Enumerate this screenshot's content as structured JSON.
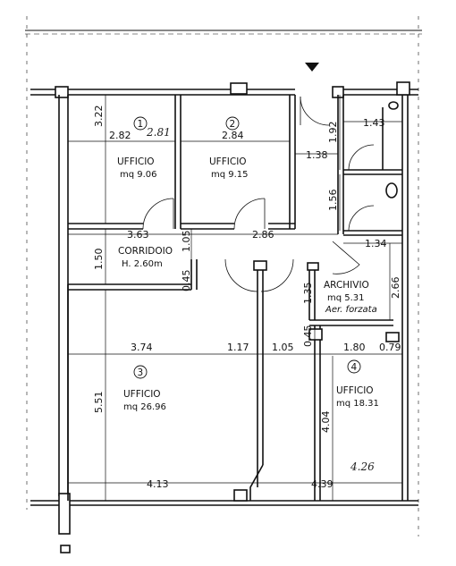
{
  "rooms": {
    "r1": {
      "number": "1",
      "name": "UFFICIO",
      "area": "mq  9.06"
    },
    "r2": {
      "number": "2",
      "name": "UFFICIO",
      "area": "mq  9.15"
    },
    "r3": {
      "number": "3",
      "name": "UFFICIO",
      "area": "mq  26.96"
    },
    "r4": {
      "number": "4",
      "name": "UFFICIO",
      "area": "mq  18.31"
    },
    "corridor": {
      "name": "CORRIDOIO",
      "height": "H. 2.60m"
    },
    "archive": {
      "name": "ARCHIVIO",
      "area": "mq  5.31",
      "note": "Aer. forzata"
    }
  },
  "dimensions": {
    "d_322": "3.22",
    "d_282": "2.82",
    "d_284": "2.84",
    "d_138": "1.38",
    "d_192": "1.92",
    "d_143": "1.43",
    "d_156": "1.56",
    "d_134": "1.34",
    "d_363": "3.63",
    "d_105a": "1.05",
    "d_286": "2.86",
    "d_150": "1.50",
    "d_045a": "0.45",
    "d_135": "1.35",
    "d_266": "2.66",
    "d_045b": "0.45",
    "d_374": "3.74",
    "d_117": "1.17",
    "d_105b": "1.05",
    "d_180": "1.80",
    "d_079": "0.79",
    "d_551": "5.51",
    "d_404": "4.04",
    "d_413": "4.13",
    "d_439": "4.39"
  },
  "handwritten": {
    "h1": "2.81",
    "h2": "4.26"
  }
}
